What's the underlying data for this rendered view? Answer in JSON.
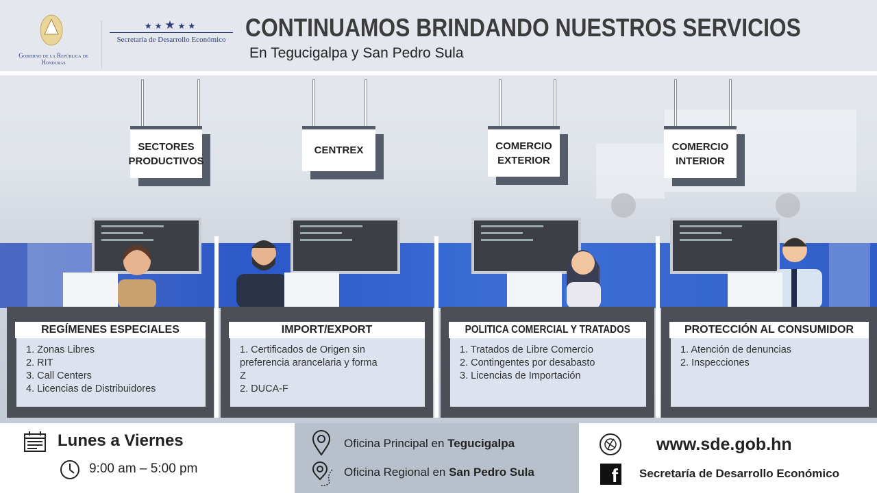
{
  "header": {
    "gov_logo_text": "Gobierno de la República de Honduras",
    "sec_logo_text": "Secretaría de Desarrollo Económico",
    "title": "CONTINUAMOS BRINDANDO NUESTROS SERVICIOS",
    "subtitle": "En Tegucigalpa y San Pedro Sula"
  },
  "signs": [
    {
      "line1": "SECTORES",
      "line2": "PRODUCTIVOS"
    },
    {
      "line1": "CENTREX",
      "line2": ""
    },
    {
      "line1": "COMERCIO",
      "line2": "EXTERIOR"
    },
    {
      "line1": "COMERCIO",
      "line2": "INTERIOR"
    }
  ],
  "counters": [
    {
      "title": "REGÍMENES ESPECIALES",
      "items": [
        "1. Zonas Libres",
        "2. RIT",
        "3. Call Centers",
        "4. Licencias de Distribuidores"
      ]
    },
    {
      "title": "IMPORT/EXPORT",
      "items": [
        "1. Certificados de Origen sin preferencia arancelaria  y forma Z",
        "2. DUCA-F"
      ]
    },
    {
      "title": "POLITICA COMERCIAL Y TRATADOS",
      "items": [
        "1. Tratados de Libre Comercio",
        "2. Contingentes por desabasto",
        "3. Licencias de Importación"
      ]
    },
    {
      "title": "PROTECCIÓN AL CONSUMIDOR",
      "items": [
        "1. Atención de denuncias",
        "2. Inspecciones"
      ]
    }
  ],
  "footer": {
    "days": "Lunes a Viernes",
    "hours": "9:00 am – 5:00 pm",
    "office1_prefix": "Oficina Principal en ",
    "office1_city": "Tegucigalpa",
    "office2_prefix": "Oficina Regional en ",
    "office2_city": "San Pedro Sula",
    "website": "www.sde.gob.hn",
    "facebook": "Secretaría de Desarrollo Económico"
  }
}
